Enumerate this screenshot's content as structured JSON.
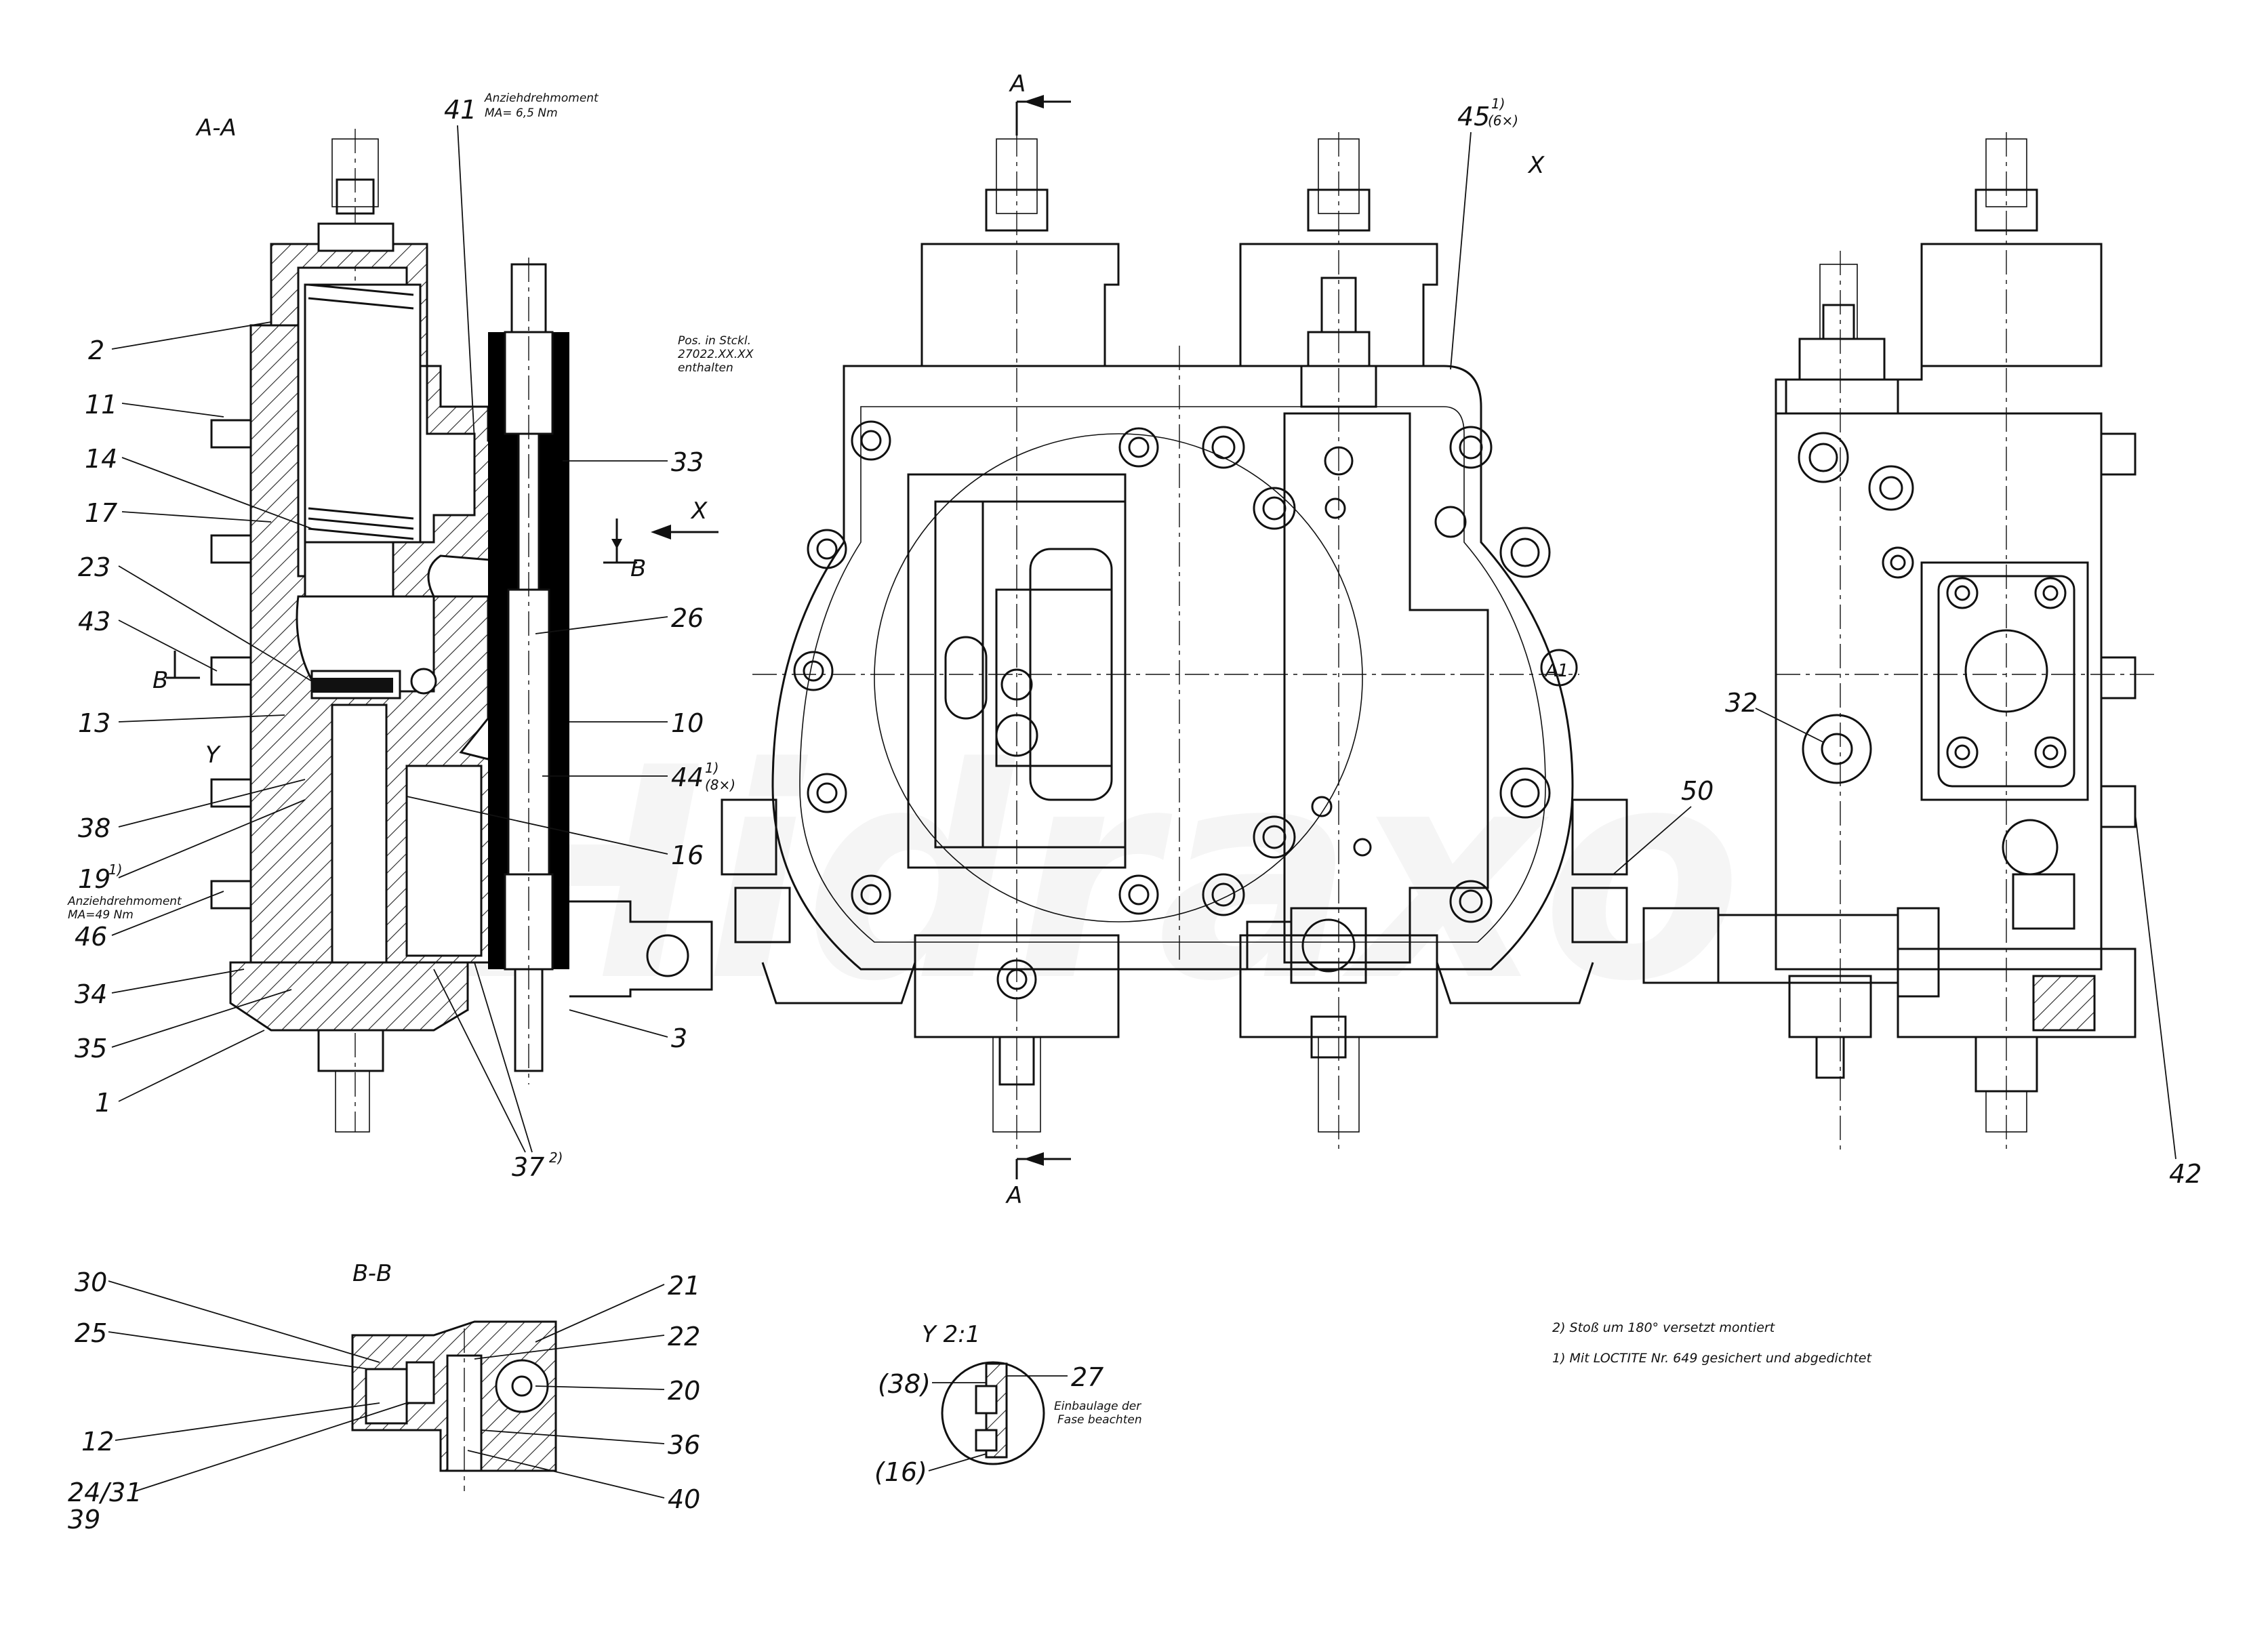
{
  "watermark": "Hidraxo",
  "views": {
    "section_aa": {
      "title": "A-A"
    },
    "section_bb": {
      "title": "B-B"
    },
    "detail_y": {
      "title": "Y 2:1"
    },
    "cut_marks": {
      "a_top": "A",
      "a_bottom": "A",
      "b_left": "B",
      "b_right": "B",
      "x_arrow": "X",
      "x_view": "X",
      "y_marker": "Y",
      "a1_marker": "A1"
    }
  },
  "annotations": {
    "torque_41": {
      "line1": "Anziehdrehmoment",
      "line2": "MA= 6,5 Nm"
    },
    "torque_46": {
      "line1": "Anziehdrehmoment",
      "line2": "MA=49 Nm"
    },
    "pos_note": {
      "line1": "Pos. in Stckl.",
      "line2": "27022.XX.XX",
      "line3": "enthalten"
    },
    "fase_note": {
      "line1": "Einbaulage der",
      "line2": "Fase beachten"
    }
  },
  "parts": {
    "p1": "1",
    "p2": "2",
    "p3": "3",
    "p10": "10",
    "p11": "11",
    "p13": "13",
    "p14": "14",
    "p16": "16",
    "p17": "17",
    "p19": "19",
    "p19_sup": "1)",
    "p23": "23",
    "p26": "26",
    "p32": "32",
    "p33": "33",
    "p34": "34",
    "p35": "35",
    "p37": "37",
    "p37_sup": "2)",
    "p38": "38",
    "p41": "41",
    "p42": "42",
    "p43": "43",
    "p44": "44",
    "p44_sup": "1)",
    "p44_qty": "(8×)",
    "p45": "45",
    "p45_sup": "1)",
    "p45_qty": "(6×)",
    "p46": "46",
    "p50": "50",
    "bb_30": "30",
    "bb_25": "25",
    "bb_12": "12",
    "bb_24_31": "24/31",
    "bb_39": "39",
    "bb_21": "21",
    "bb_22": "22",
    "bb_20": "20",
    "bb_36": "36",
    "bb_40": "40",
    "y_38": "(38)",
    "y_27": "27",
    "y_16": "(16)"
  },
  "footnotes": {
    "fn2": "2) Stoß um 180° versetzt montiert",
    "fn1": "1) Mit LOCTITE Nr. 649 gesichert und abgedichtet"
  }
}
